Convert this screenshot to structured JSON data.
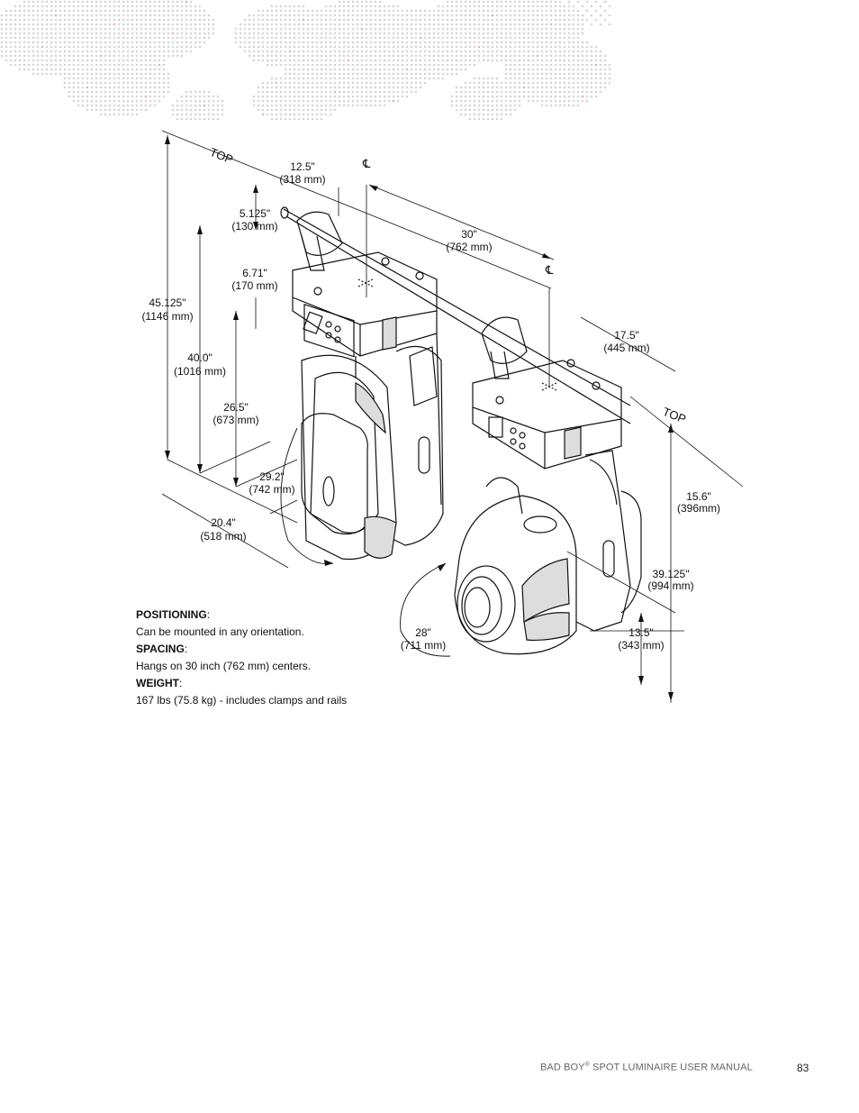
{
  "dimensions": {
    "top_left": "TOP",
    "top_right": "TOP",
    "centerline": "℄",
    "d1": {
      "in": "12.5\"",
      "mm": "(318 mm)"
    },
    "d2": {
      "in": "5.125\"",
      "mm": "(130 mm)"
    },
    "d3": {
      "in": "30\"",
      "mm": "(762 mm)"
    },
    "d4": {
      "in": "6.71\"",
      "mm": "(170 mm)"
    },
    "d5": {
      "in": "45.125\"",
      "mm": "(1146 mm)"
    },
    "d6": {
      "in": "40.0\"",
      "mm": "(1016 mm)"
    },
    "d7": {
      "in": "17.5\"",
      "mm": "(445 mm)"
    },
    "d8": {
      "in": "26.5\"",
      "mm": "(673 mm)"
    },
    "d9": {
      "in": "29.2\"",
      "mm": "(742 mm)"
    },
    "d10": {
      "in": "15.6\"",
      "mm": "(396mm)"
    },
    "d11": {
      "in": "20.4\"",
      "mm": "(518 mm)"
    },
    "d12": {
      "in": "39.125\"",
      "mm": "(994 mm)"
    },
    "d13": {
      "in": "28\"",
      "mm": "(711 mm)"
    },
    "d14": {
      "in": "13.5\"",
      "mm": "(343 mm)"
    }
  },
  "notes": {
    "positioning_label": "POSITIONING",
    "positioning_text": "Can be mounted in any orientation.",
    "spacing_label": "SPACING",
    "spacing_text": "Hangs on 30 inch (762 mm) centers.",
    "weight_label": "WEIGHT",
    "weight_text": "167 lbs (75.8 kg) - includes clamps and rails"
  },
  "footer": {
    "title_a": "BAD BOY",
    "reg": "®",
    "title_b": " SPOT LUMINAIRE USER MANUAL",
    "page_number": "83"
  }
}
